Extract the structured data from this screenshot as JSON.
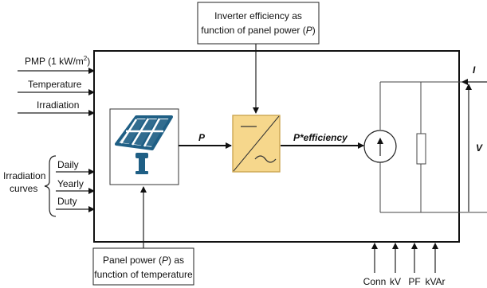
{
  "top_box": {
    "line1": "Inverter efficiency as",
    "line2_pre": "function of panel power (",
    "line2_var": "P",
    "line2_post": ")"
  },
  "bottom_box": {
    "line1_pre": "Panel power (",
    "line1_var": "P",
    "line1_post": ") as",
    "line2": "function of temperature"
  },
  "left_inputs": {
    "pmp_pre": "PMP (1 kW/m",
    "pmp_sup": "2",
    "pmp_post": ")",
    "temperature": "Temperature",
    "irradiation": "Irradiation"
  },
  "irradiation_curves": {
    "title_line1": "Irradiation",
    "title_line2": "curves",
    "items": [
      "Daily",
      "Yearly",
      "Duty"
    ]
  },
  "flow": {
    "p_label": "P",
    "p_eff_label": "P*efficiency"
  },
  "network": {
    "current_label": "I",
    "voltage_label": "V"
  },
  "bottom_inputs": [
    "Conn",
    "kV",
    "PF",
    "kVAr"
  ],
  "colors": {
    "inverter_fill": "#f6d78c",
    "inverter_stroke": "#c9a24a",
    "panel_blue": "#1f5f85"
  }
}
